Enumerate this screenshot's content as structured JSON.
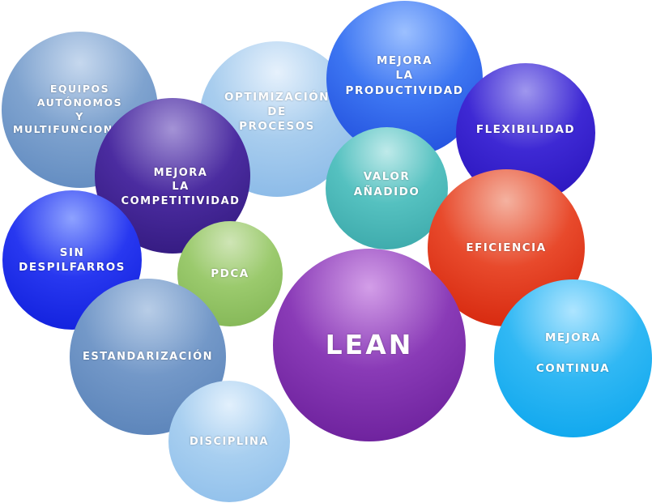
{
  "diagram": {
    "bubbles": [
      {
        "id": "equipos",
        "label": "EQUIPOS\nAUTÓNOMOS\nY\nMULTIFUNCIONALES",
        "color": "#7fa3cf"
      },
      {
        "id": "optimizacion",
        "label": "OPTIMIZACIÓN\nDE\nPROCESOS",
        "color": "#a8cdee"
      },
      {
        "id": "productividad",
        "label": "MEJORA\nLA\nPRODUCTIVIDAD",
        "color": "#3d76f2"
      },
      {
        "id": "flexibilidad",
        "label": "FLEXIBILIDAD",
        "color": "#3e29d4"
      },
      {
        "id": "competitividad",
        "label": "MEJORA\nLA\nCOMPETITIVIDAD",
        "color": "#4b2ca0"
      },
      {
        "id": "valor",
        "label": "VALOR\nAÑADIDO",
        "color": "#55c1c0"
      },
      {
        "id": "eficiencia",
        "label": "EFICIENCIA",
        "color": "#e84a2c"
      },
      {
        "id": "despilfarros",
        "label": "SIN\nDESPILFARROS",
        "color": "#2838f0"
      },
      {
        "id": "pdca",
        "label": "PDCA",
        "color": "#9bca6d"
      },
      {
        "id": "lean",
        "label": "LEAN",
        "color": "#8a3bb7"
      },
      {
        "id": "mejora_continua",
        "label": "MEJORA\nCONTINUA",
        "color": "#31b8f4"
      },
      {
        "id": "estandarizacion",
        "label": "ESTANDARIZACIÓN",
        "color": "#7398c8"
      },
      {
        "id": "disciplina",
        "label": "DISCIPLINA",
        "color": "#a8cff0"
      }
    ]
  }
}
